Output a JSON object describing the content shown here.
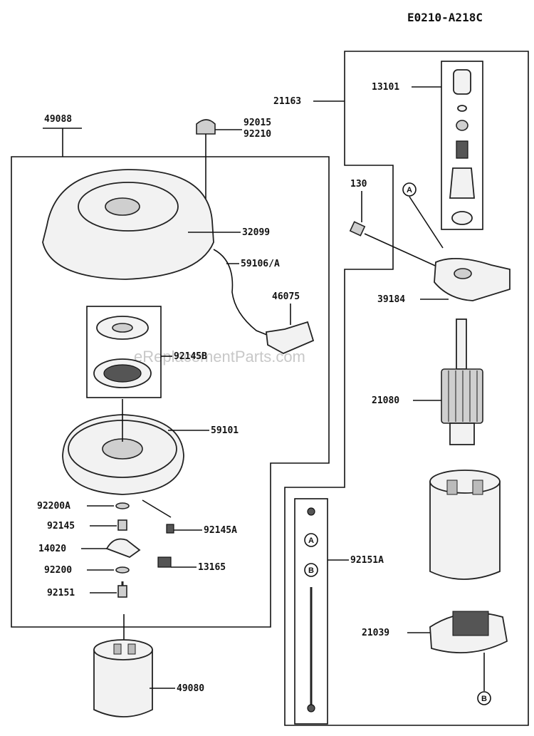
{
  "diagram_code": "E0210-A218C",
  "watermark": "eReplacementParts.com",
  "ref_marks": {
    "a": "A",
    "b": "B"
  },
  "labels": {
    "p49088": "49088",
    "p92015": "92015",
    "p92210": "92210",
    "p32099": "32099",
    "p59106": "59106/A",
    "p46075": "46075",
    "p92145B": "92145B",
    "p59101": "59101",
    "p92200A": "92200A",
    "p92145": "92145",
    "p92145A": "92145A",
    "p14020": "14020",
    "p92200": "92200",
    "p13165": "13165",
    "p92151": "92151",
    "p49080": "49080",
    "p21163": "21163",
    "p13101": "13101",
    "p130": "130",
    "p39184": "39184",
    "p21080": "21080",
    "p92151A": "92151A",
    "p21039": "21039"
  }
}
